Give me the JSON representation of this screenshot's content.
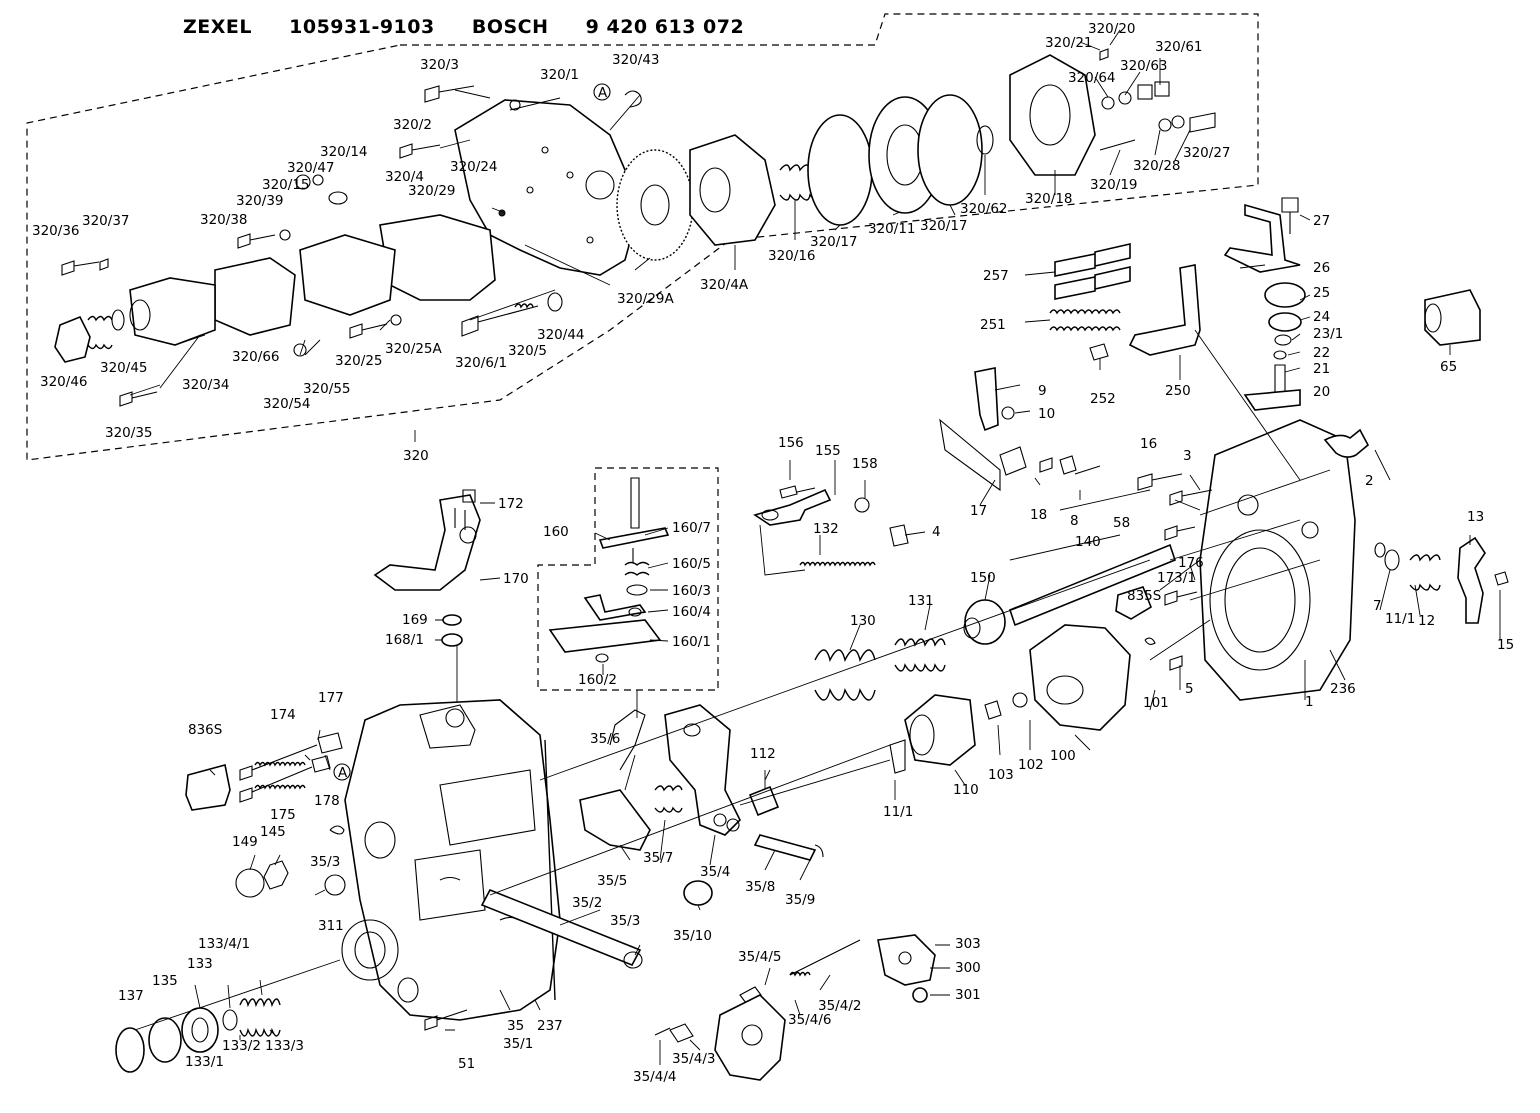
{
  "header": {
    "brand1": "ZEXEL",
    "partno1": "105931-9103",
    "brand2": "BOSCH",
    "partno2": "9 420 613 072"
  },
  "labels": {
    "l320_20": "320/20",
    "l320_21": "320/21",
    "l320_61": "320/61",
    "l320_63": "320/63",
    "l320_64": "320/64",
    "l320_3": "320/3",
    "l320_1": "320/1",
    "l320_43": "320/43",
    "lA": "A",
    "l320_2": "320/2",
    "l320_24": "320/24",
    "l320_14": "320/14",
    "l320_47": "320/47",
    "l320_15": "320/15",
    "l320_4": "320/4",
    "l320_29": "320/29",
    "l320_39": "320/39",
    "l320_38": "320/38",
    "l320_36": "320/36",
    "l320_37": "320/37",
    "l320_28": "320/28",
    "l320_27": "320/27",
    "l320_19": "320/19",
    "l320_18": "320/18",
    "l320_62": "320/62",
    "l320_17b": "320/17",
    "l320_11": "320/11",
    "l320_17a": "320/17",
    "l320_16": "320/16",
    "l320_4A": "320/4A",
    "l320_29A": "320/29A",
    "l320_44": "320/44",
    "l320_5": "320/5",
    "l320_6_1": "320/6/1",
    "l320_25A": "320/25A",
    "l320_25": "320/25",
    "l320_55": "320/55",
    "l320_54": "320/54",
    "l320_66": "320/66",
    "l320_34": "320/34",
    "l320_45": "320/45",
    "l320_46": "320/46",
    "l320_35": "320/35",
    "l320": "320",
    "l27": "27",
    "l26": "26",
    "l25": "25",
    "l24": "24",
    "l23_1": "23/1",
    "l22": "22",
    "l21": "21",
    "l20": "20",
    "l65": "65",
    "l257": "257",
    "l251": "251",
    "l252": "252",
    "l250": "250",
    "l9": "9",
    "l10": "10",
    "l156a": "156",
    "l155": "155",
    "l158": "158",
    "l16": "16",
    "l3": "3",
    "l2": "2",
    "l17": "17",
    "l18": "18",
    "l8": "8",
    "l132": "132",
    "l4": "4",
    "l58": "58",
    "l13": "13",
    "l140": "140",
    "l176": "176",
    "l173_1": "173/1",
    "l835S": "835S",
    "l7": "7",
    "l11_1a": "11/1",
    "l12": "12",
    "l15": "15",
    "l150": "150",
    "l131": "131",
    "l130": "130",
    "l101": "101",
    "l5": "5",
    "l1": "1",
    "l236": "236",
    "l100": "100",
    "l102": "102",
    "l103": "103",
    "l110": "110",
    "l11_1b": "11/1",
    "l112": "112",
    "l172": "172",
    "l160": "160",
    "l160_7": "160/7",
    "l160_5": "160/5",
    "l160_3": "160/3",
    "l160_4": "160/4",
    "l160_1": "160/1",
    "l160_2": "160/2",
    "l170": "170",
    "l169": "169",
    "l168_1": "168/1",
    "l174": "174",
    "l177": "177",
    "l836S": "836S",
    "l175": "175",
    "l178": "178",
    "lA2": "A",
    "l35_6": "35/6",
    "l35_5": "35/5",
    "l35_7": "35/7",
    "l35_4": "35/4",
    "l35_8": "35/8",
    "l35_9": "35/9",
    "l35_10": "35/10",
    "l149": "149",
    "l145": "145",
    "l35_3a": "35/3",
    "l311": "311",
    "l35_2": "35/2",
    "l35_3b": "35/3",
    "l35": "35",
    "l35_1": "35/1",
    "l237": "237",
    "l51": "51",
    "l133_4_1": "133/4/1",
    "l133": "133",
    "l135": "135",
    "l137": "137",
    "l133_2": "133/2",
    "l133_3": "133/3",
    "l133_1": "133/1",
    "l303": "303",
    "l300": "300",
    "l301": "301",
    "l35_4_5": "35/4/5",
    "l35_4_2": "35/4/2",
    "l35_4_6": "35/4/6",
    "l35_4_3": "35/4/3",
    "l35_4_4": "35/4/4"
  }
}
